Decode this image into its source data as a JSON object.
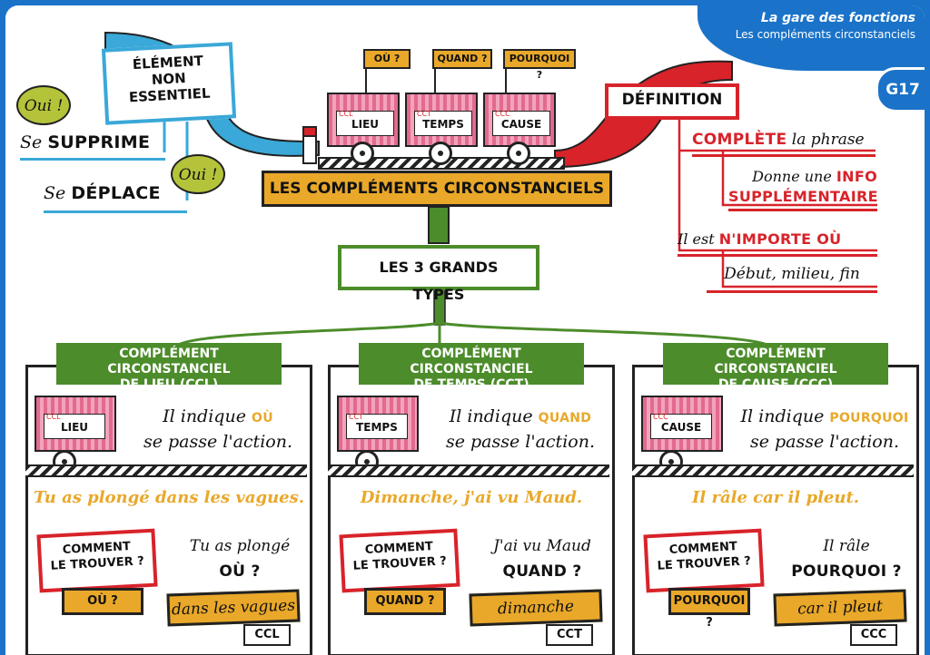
{
  "header": {
    "title": "La gare des fonctions",
    "subtitle": "Les compléments circonstanciels",
    "code": "G17"
  },
  "left": {
    "non_essential": [
      "ÉLÉMENT",
      "NON",
      "ESSENTIEL"
    ],
    "bubble1": "Oui !",
    "bubble2": "Oui !",
    "line1_a": "Se",
    "line1_b": "SUPPRIME",
    "line2_a": "Se",
    "line2_b": "DÉPLACE"
  },
  "train": {
    "flags": [
      "OÙ ?",
      "QUAND ?",
      "POURQUOI ?"
    ],
    "wagons": [
      {
        "abbr": "CCL",
        "label": "LIEU"
      },
      {
        "abbr": "CCT",
        "label": "TEMPS"
      },
      {
        "abbr": "CCC",
        "label": "CAUSE"
      }
    ],
    "main_title": "LES COMPLÉMENTS CIRCONSTANCIELS"
  },
  "definition": {
    "title": "DÉFINITION",
    "r1_a": "COMPLÈTE",
    "r1_b": "la phrase",
    "r2_a": "Donne une",
    "r2_b": "INFO",
    "r2_c": "SUPPLÉMENTAIRE",
    "r3_a": "Il est",
    "r3_b": "N'IMPORTE OÙ",
    "r4": "Début, milieu, fin"
  },
  "types_title": "LES 3 GRANDS TYPES",
  "types": [
    {
      "header1": "COMPLÉMENT CIRCONSTANCIEL",
      "header2": "DE LIEU (CCL)",
      "abbr": "CCL",
      "wagon": "LIEU",
      "ind_a": "Il indique",
      "ind_b": "OÙ",
      "ind_c": "se passe l'action.",
      "example": "Tu as plongé dans les vagues.",
      "howto": [
        "COMMENT",
        "LE TROUVER ?"
      ],
      "ask": "OÙ ?",
      "q1": "Tu as plongé",
      "q2": "OÙ ?",
      "answer": "dans les vagues",
      "tag": "CCL"
    },
    {
      "header1": "COMPLÉMENT CIRCONSTANCIEL",
      "header2": "DE TEMPS (CCT)",
      "abbr": "CCT",
      "wagon": "TEMPS",
      "ind_a": "Il indique",
      "ind_b": "QUAND",
      "ind_c": "se passe l'action.",
      "example": "Dimanche, j'ai vu Maud.",
      "howto": [
        "COMMENT",
        "LE TROUVER ?"
      ],
      "ask": "QUAND ?",
      "q1": "J'ai vu Maud",
      "q2": "QUAND ?",
      "answer": "dimanche",
      "tag": "CCT"
    },
    {
      "header1": "COMPLÉMENT CIRCONSTANCIEL",
      "header2": "DE CAUSE (CCC)",
      "abbr": "CCC",
      "wagon": "CAUSE",
      "ind_a": "Il indique",
      "ind_b": "POURQUOI",
      "ind_c": "se passe l'action.",
      "example": "Il râle car il pleut.",
      "howto": [
        "COMMENT",
        "LE TROUVER ?"
      ],
      "ask": "POURQUOI ?",
      "q1": "Il râle",
      "q2": "POURQUOI ?",
      "answer": "car il pleut",
      "tag": "CCC"
    }
  ],
  "colors": {
    "blue": "#1a73c8",
    "light_blue": "#3aa8d8",
    "red": "#d8232a",
    "orange": "#e9a829",
    "green": "#4c8c2b",
    "pink": "#e26a8e",
    "lime": "#b5c33a"
  }
}
